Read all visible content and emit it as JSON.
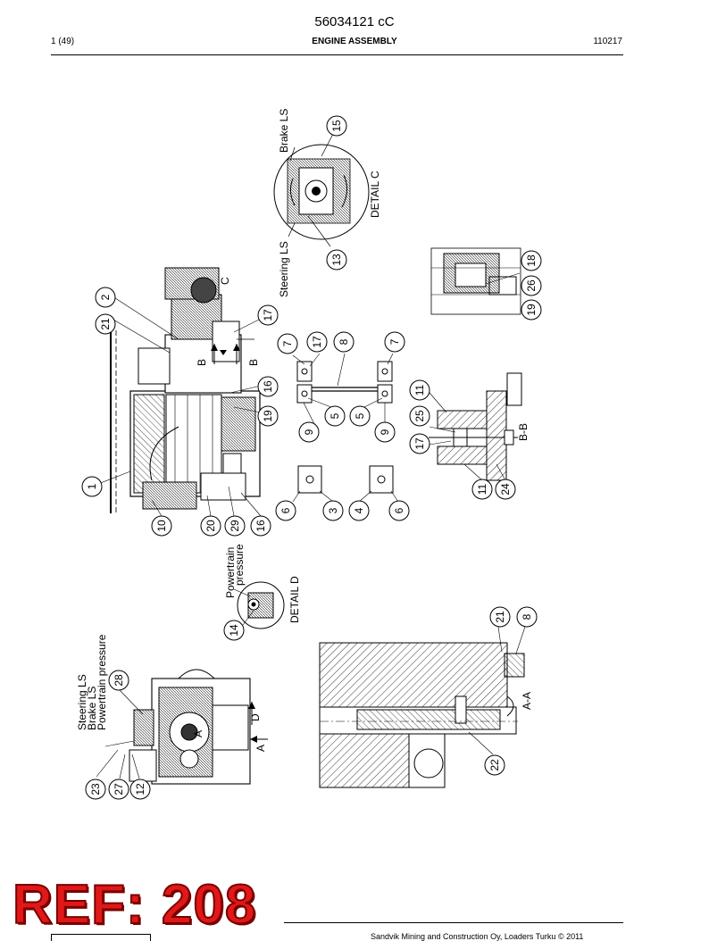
{
  "header": {
    "doc_id": "56034121 cC",
    "page": "1 (49)",
    "assembly_title": "ENGINE ASSEMBLY",
    "code": "110217"
  },
  "balloons": {
    "b15": "15",
    "b13": "13",
    "b18": "18",
    "b26": "26",
    "b19r": "19",
    "b2": "2",
    "b21": "21",
    "b17a": "17",
    "b7a": "7",
    "b17b": "17",
    "b8": "8",
    "b7b": "7",
    "b16a": "16",
    "b19": "19",
    "b11a": "11",
    "b25": "25",
    "b17c": "17",
    "b11b": "11",
    "b24": "24",
    "b9a": "9",
    "b5a": "5",
    "b5b": "5",
    "b9b": "9",
    "b1": "1",
    "b10": "10",
    "b20": "20",
    "b29": "29",
    "b16b": "16",
    "b6a": "6",
    "b3": "3",
    "b4": "4",
    "b6b": "6",
    "b14": "14",
    "b21b": "21",
    "b8b": "8",
    "b28": "28",
    "b22": "22",
    "b23": "23",
    "b27": "27",
    "b12": "12"
  },
  "labels": {
    "brake_ls": "Brake LS",
    "steering_ls": "Steering LS",
    "detail_c": "DETAIL C",
    "detail_d": "DETAIL D",
    "c": "C",
    "b": "B",
    "b2": "B",
    "section_bb": "B-B",
    "section_aa": "A-A",
    "powertrain": "Powertrain",
    "pressure": "pressure",
    "steering_ls2": "Steering LS",
    "brake_ls2": "Brake LS",
    "powertrain_pressure": "Powertrain pressure",
    "d": "D",
    "a1": "A",
    "a2": "A"
  },
  "stamp": {
    "ref": "REF: 208"
  },
  "footer": {
    "copyright": "Sandvik Mining and Construction Oy, Loaders Turku © 2011"
  }
}
